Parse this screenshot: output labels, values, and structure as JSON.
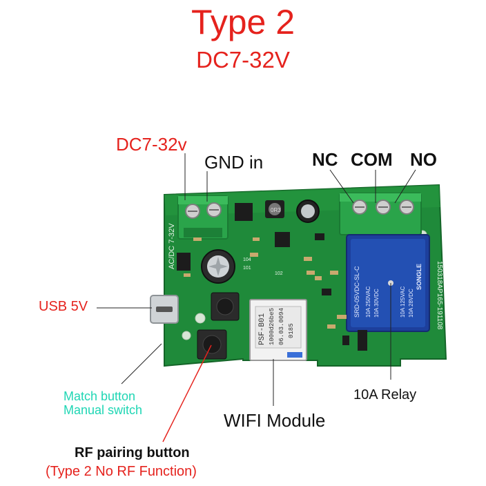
{
  "title": "Type 2",
  "subtitle": "DC7-32V",
  "labels": {
    "dc_in": "DC7-32v",
    "gnd_in": "GND in",
    "nc": "NC",
    "com": "COM",
    "no": "NO",
    "usb": "USB 5V",
    "match_button": "Match button",
    "manual_switch": "Manual switch",
    "wifi_module": "WIFI Module",
    "relay": "10A Relay",
    "rf_pairing": "RF pairing button",
    "rf_note": "(Type 2 No RF Function)"
  },
  "board": {
    "silkscreen_left": "AC/DC 7-32V",
    "serial": "150318AP165-191108",
    "module_text": [
      "PSF-B01",
      "1000d26be5",
      "06.03.0094",
      "0185"
    ],
    "relay_text": [
      "10A 250VAC",
      "10A 30VDC",
      "10A 125VAC",
      "10A 28VDC",
      "SRD-05VDC-SL-C",
      "SONGLE"
    ],
    "inductor": "0R3",
    "resistors": [
      "104",
      "101",
      "102"
    ]
  },
  "colors": {
    "pcb": "#1f8a3a",
    "pcb_dark": "#166e2c",
    "terminal": "#2aa44a",
    "relay": "#1d3f9c",
    "label_red": "#e5221d",
    "label_cyan": "#1fd6b4"
  }
}
